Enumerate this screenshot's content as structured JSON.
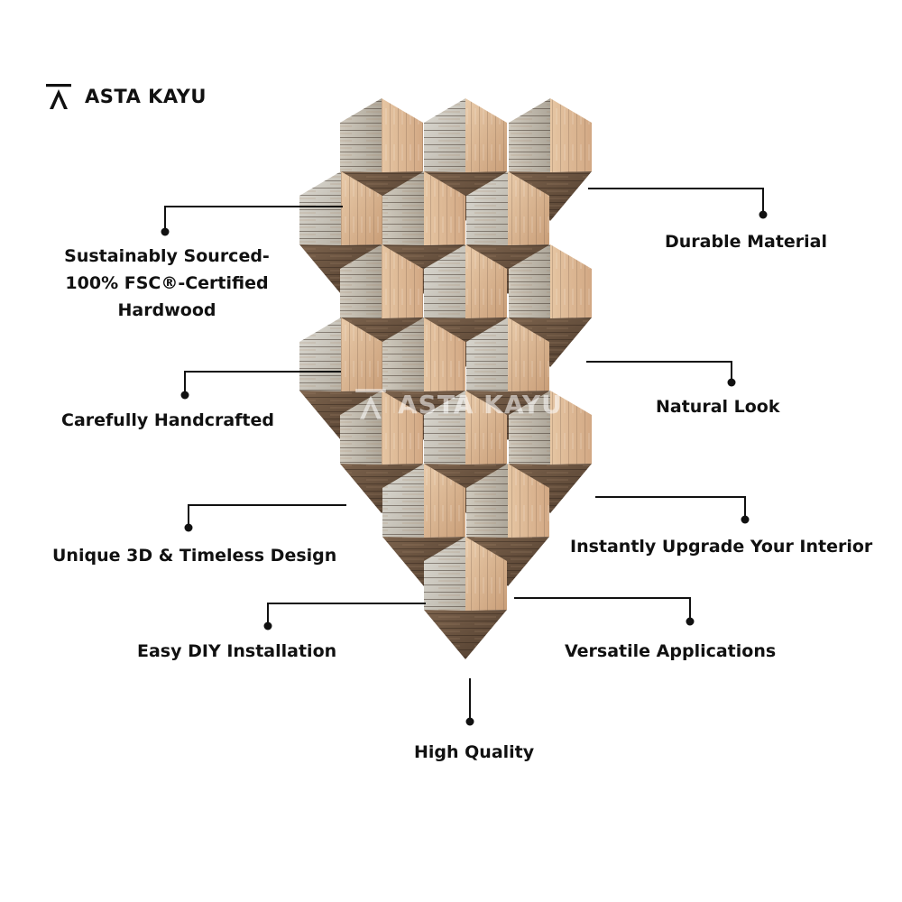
{
  "brand": {
    "logo_icon": "asta-kayu-logo-icon",
    "name": "ASTA KAYU"
  },
  "watermark": {
    "text": "ASTA KAYU"
  },
  "features": {
    "sustainably_sourced": [
      "Sustainably Sourced-",
      "100% FSC®-Certified",
      "Hardwood"
    ],
    "durable_material": "Durable Material",
    "natural_look": "Natural Look",
    "carefully_handcrafted": "Carefully Handcrafted",
    "instantly_upgrade": "Instantly Upgrade Your Interior",
    "unique_3d_design": "Unique 3D & Timeless Design",
    "easy_diy": "Easy DIY Installation",
    "versatile_applications": "Versatile Applications",
    "high_quality": "High Quality"
  },
  "colors": {
    "text": "#111111",
    "connector": "#111111",
    "wood_light": "#d9b898",
    "wood_grey": "#c8c3b8",
    "wood_dark": "#6b5340"
  }
}
